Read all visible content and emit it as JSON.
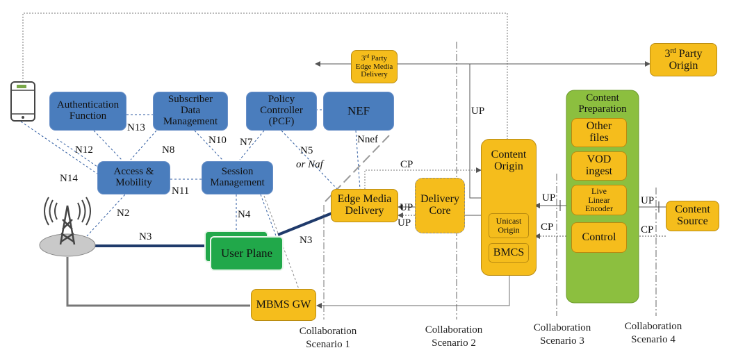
{
  "nodes": {
    "auth": "Authentication\nFunction",
    "sdm": "Subscriber\nData\nManagement",
    "pcf": "Policy\nController\n(PCF)",
    "nef": "NEF",
    "amf": "Access &\nMobility",
    "smf": "Session\nManagement",
    "user_plane": "User Plane",
    "edge_media": "Edge Media\nDelivery",
    "delivery_core": "Delivery\nCore",
    "content_origin": "Content\nOrigin",
    "unicast_origin": "Unicast\nOrigin",
    "bmcs": "BMCS",
    "mbms_gw": "MBMS GW",
    "third_party_edge_pre": "3",
    "third_party_edge_sup": "rd",
    "third_party_edge_rest": " Party\nEdge Media\nDelivery",
    "third_party_origin_pre": "3",
    "third_party_origin_sup": "rd",
    "third_party_origin_rest": " Party\nOrigin",
    "content_prep": "Content\nPreparation",
    "other_files": "Other\nfiles",
    "vod_ingest": "VOD\ningest",
    "live_linear": "Live\nLinear\nEncoder",
    "control": "Control",
    "content_source": "Content\nSource"
  },
  "interfaces": {
    "n2": "N2",
    "n3_left": "N3",
    "n3_right": "N3",
    "n4": "N4",
    "n5": "N5",
    "or_naf": "or Naf",
    "n7": "N7",
    "n8": "N8",
    "n10": "N10",
    "n11": "N11",
    "n12": "N12",
    "n13": "N13",
    "n14": "N14",
    "nnef": "Nnef",
    "cp_top": "CP",
    "up_1": "UP",
    "up_2": "UP",
    "up_vertical": "UP",
    "up_s3": "UP",
    "cp_s3": "CP",
    "up_s4": "UP",
    "cp_s4": "CP"
  },
  "scenarios": {
    "s1": "Collaboration\nScenario 1",
    "s2": "Collaboration\nScenario 2",
    "s3": "Collaboration\nScenario 3",
    "s4": "Collaboration\nScenario 4"
  },
  "colors": {
    "network_function": "#4a7dbd",
    "media_function": "#f5bd1c",
    "user_plane": "#21a84a",
    "content_prep": "#8cbf3f",
    "n3_link": "#1f3a6b"
  }
}
